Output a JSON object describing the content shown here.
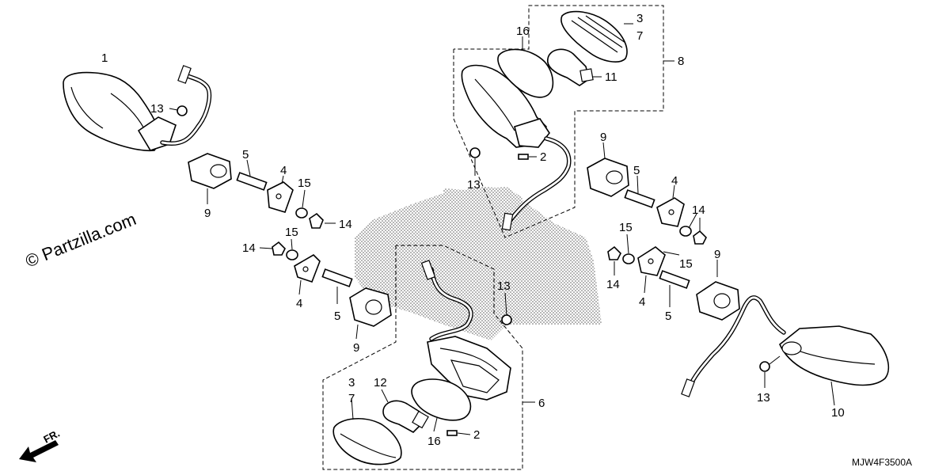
{
  "watermark": "© Partzilla.com",
  "diagram_code": "MJW4F3500A",
  "direction": {
    "label": "FR.",
    "icon": "front-arrow-icon"
  },
  "callouts": [
    {
      "id": "c-1",
      "text": "1"
    },
    {
      "id": "c-2a",
      "text": "2"
    },
    {
      "id": "c-2b",
      "text": "2"
    },
    {
      "id": "c-3a",
      "text": "3"
    },
    {
      "id": "c-3b",
      "text": "3"
    },
    {
      "id": "c-4a",
      "text": "4"
    },
    {
      "id": "c-4b",
      "text": "4"
    },
    {
      "id": "c-4c",
      "text": "4"
    },
    {
      "id": "c-4d",
      "text": "4"
    },
    {
      "id": "c-5a",
      "text": "5"
    },
    {
      "id": "c-5b",
      "text": "5"
    },
    {
      "id": "c-5c",
      "text": "5"
    },
    {
      "id": "c-5d",
      "text": "5"
    },
    {
      "id": "c-6",
      "text": "6"
    },
    {
      "id": "c-7a",
      "text": "7"
    },
    {
      "id": "c-7b",
      "text": "7"
    },
    {
      "id": "c-8",
      "text": "8"
    },
    {
      "id": "c-9a",
      "text": "9"
    },
    {
      "id": "c-9b",
      "text": "9"
    },
    {
      "id": "c-9c",
      "text": "9"
    },
    {
      "id": "c-9d",
      "text": "9"
    },
    {
      "id": "c-10",
      "text": "10"
    },
    {
      "id": "c-11",
      "text": "11"
    },
    {
      "id": "c-12",
      "text": "12"
    },
    {
      "id": "c-13a",
      "text": "13"
    },
    {
      "id": "c-13b",
      "text": "13"
    },
    {
      "id": "c-13c",
      "text": "13"
    },
    {
      "id": "c-13d",
      "text": "13"
    },
    {
      "id": "c-14a",
      "text": "14"
    },
    {
      "id": "c-14b",
      "text": "14"
    },
    {
      "id": "c-14c",
      "text": "14"
    },
    {
      "id": "c-14d",
      "text": "14"
    },
    {
      "id": "c-15a",
      "text": "15"
    },
    {
      "id": "c-15b",
      "text": "15"
    },
    {
      "id": "c-15c",
      "text": "15"
    },
    {
      "id": "c-15d",
      "text": "15"
    },
    {
      "id": "c-16a",
      "text": "16"
    },
    {
      "id": "c-16b",
      "text": "16"
    }
  ]
}
